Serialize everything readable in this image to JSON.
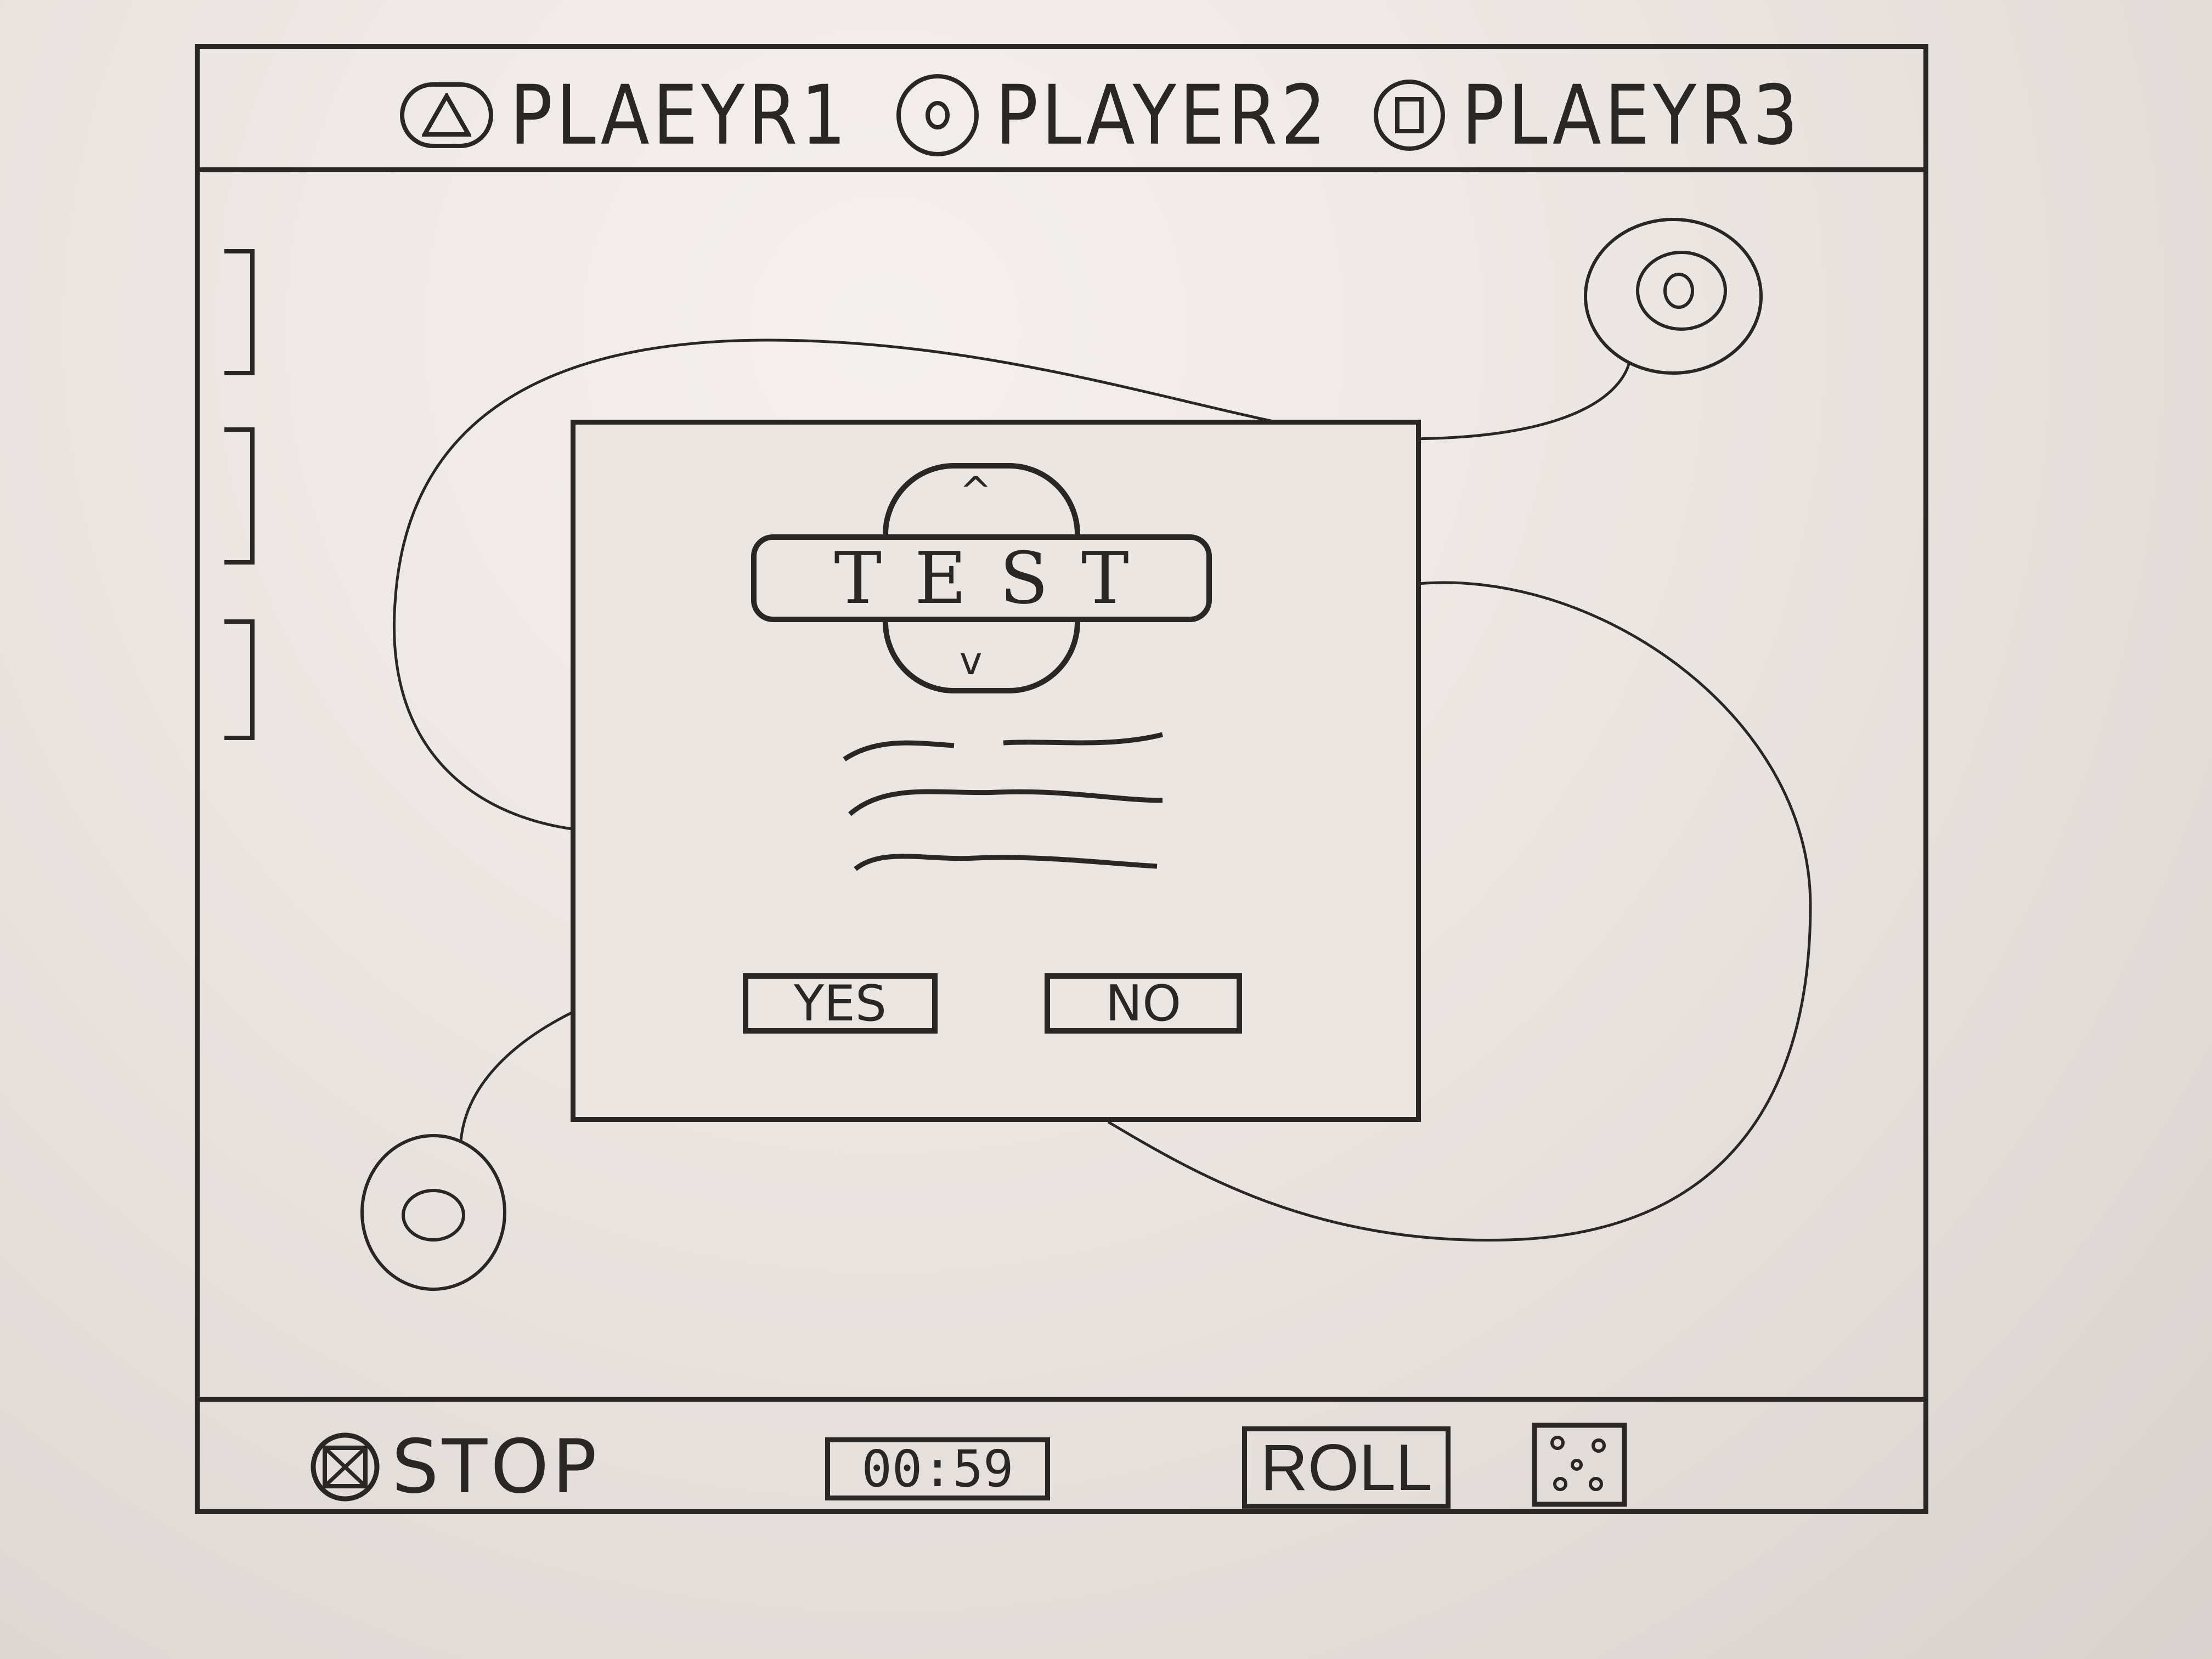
{
  "players": [
    {
      "label": "PLAEYR1",
      "symbol_icon": "triangle-icon"
    },
    {
      "label": "PLAYER2",
      "symbol_icon": "circle-icon"
    },
    {
      "label": "PLAEYR3",
      "symbol_icon": "square-icon"
    }
  ],
  "dialog": {
    "title": "TEST",
    "confirm_label": "YES",
    "cancel_label": "NO"
  },
  "bottombar": {
    "stop_label": "STOP",
    "timer": "00:59",
    "roll_label": "ROLL",
    "stop_icon": "stop-icon",
    "die_icon": "dice-icon"
  },
  "colors": {
    "ink": "#2a2624",
    "board": "#ebe5e2"
  }
}
